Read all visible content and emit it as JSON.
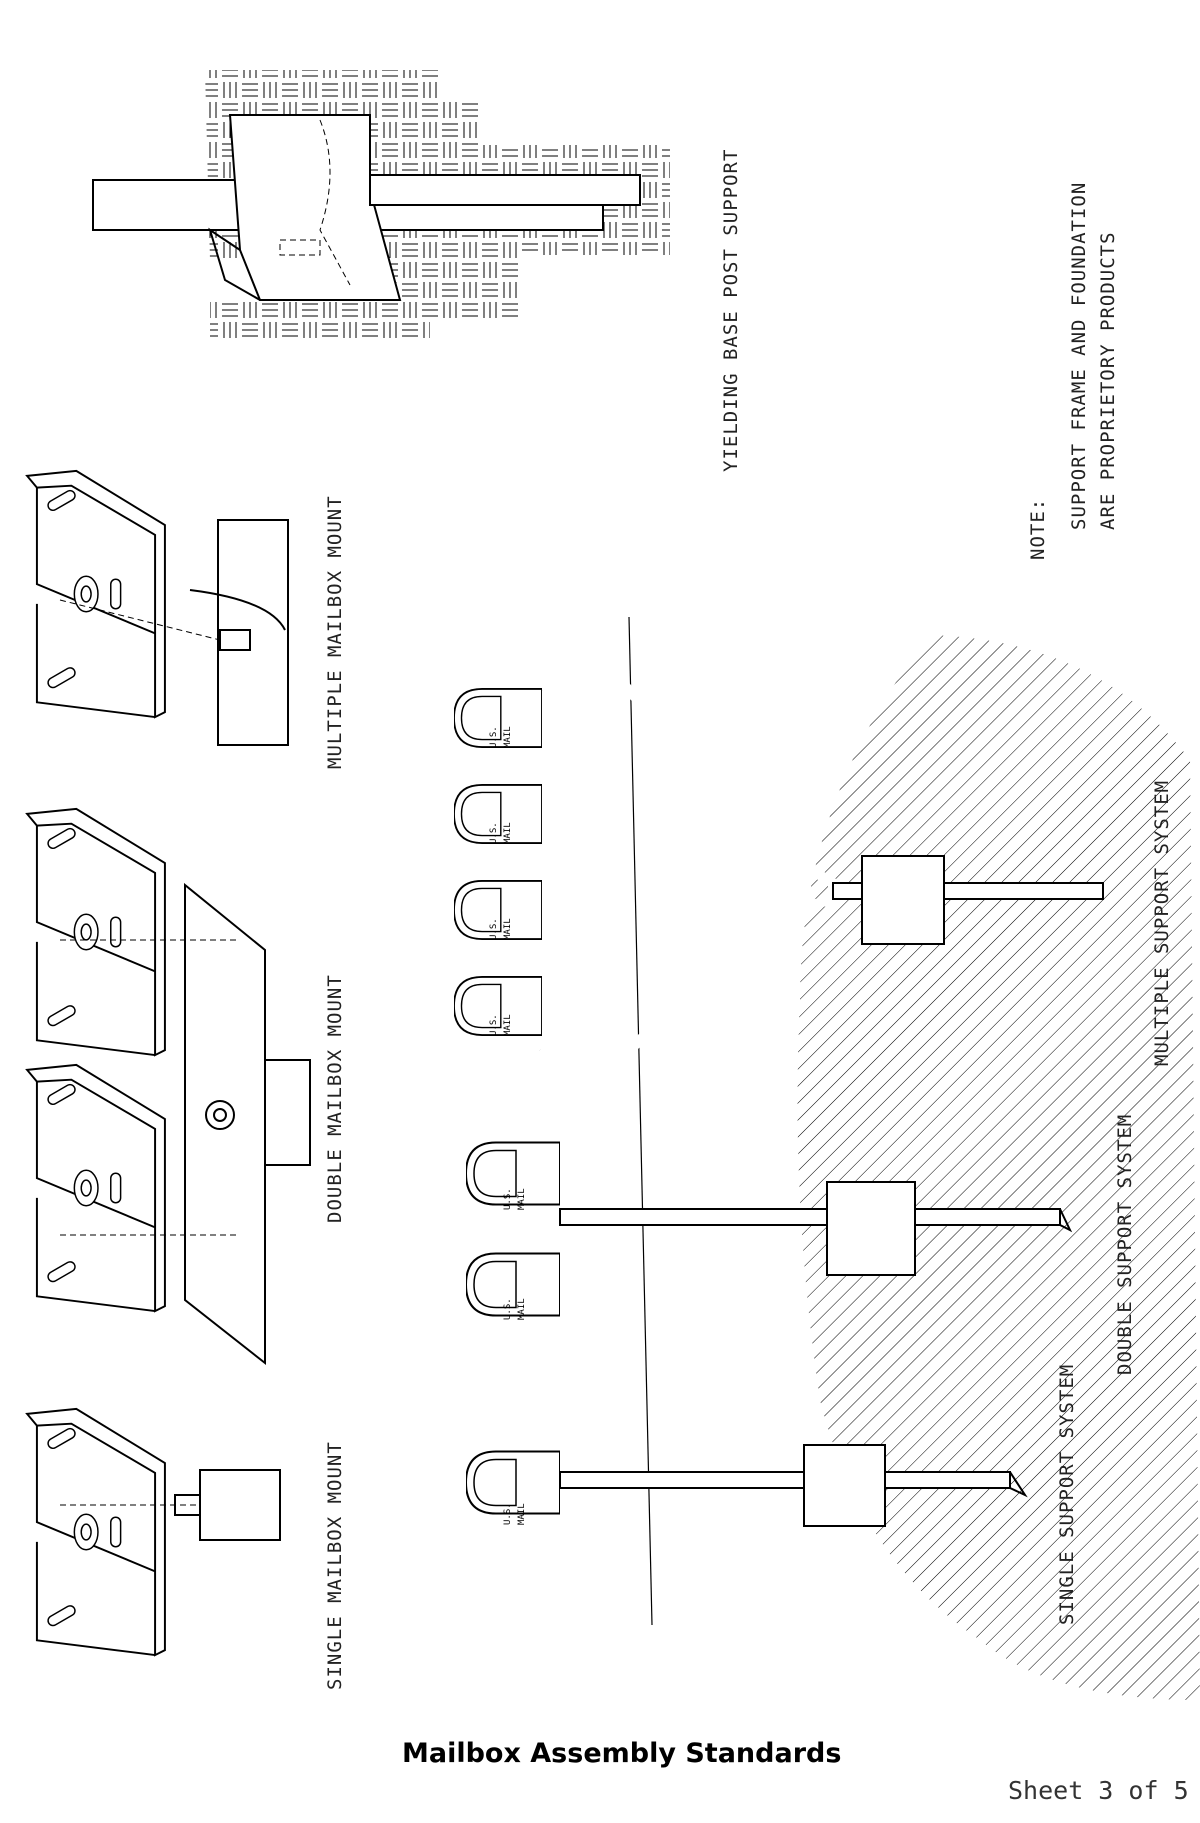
{
  "title": "Mailbox Assembly Standards",
  "sheet": "Sheet 3 of 5",
  "labels": {
    "single_mount": "SINGLE MAILBOX MOUNT",
    "double_mount": "DOUBLE MAILBOX MOUNT",
    "multiple_mount": "MULTIPLE MAILBOX MOUNT",
    "yielding_base": "YIELDING BASE POST SUPPORT",
    "single_system": "SINGLE SUPPORT SYSTEM",
    "double_system": "DOUBLE SUPPORT SYSTEM",
    "multiple_system": "MULTIPLE SUPPORT SYSTEM"
  },
  "note": {
    "heading": "NOTE:",
    "line1": "SUPPORT FRAME AND FOUNDATION",
    "line2": "ARE PROPRIETORY PRODUCTS"
  },
  "mailbox_label": {
    "line1": "U.S.",
    "line2": "MAIL"
  }
}
